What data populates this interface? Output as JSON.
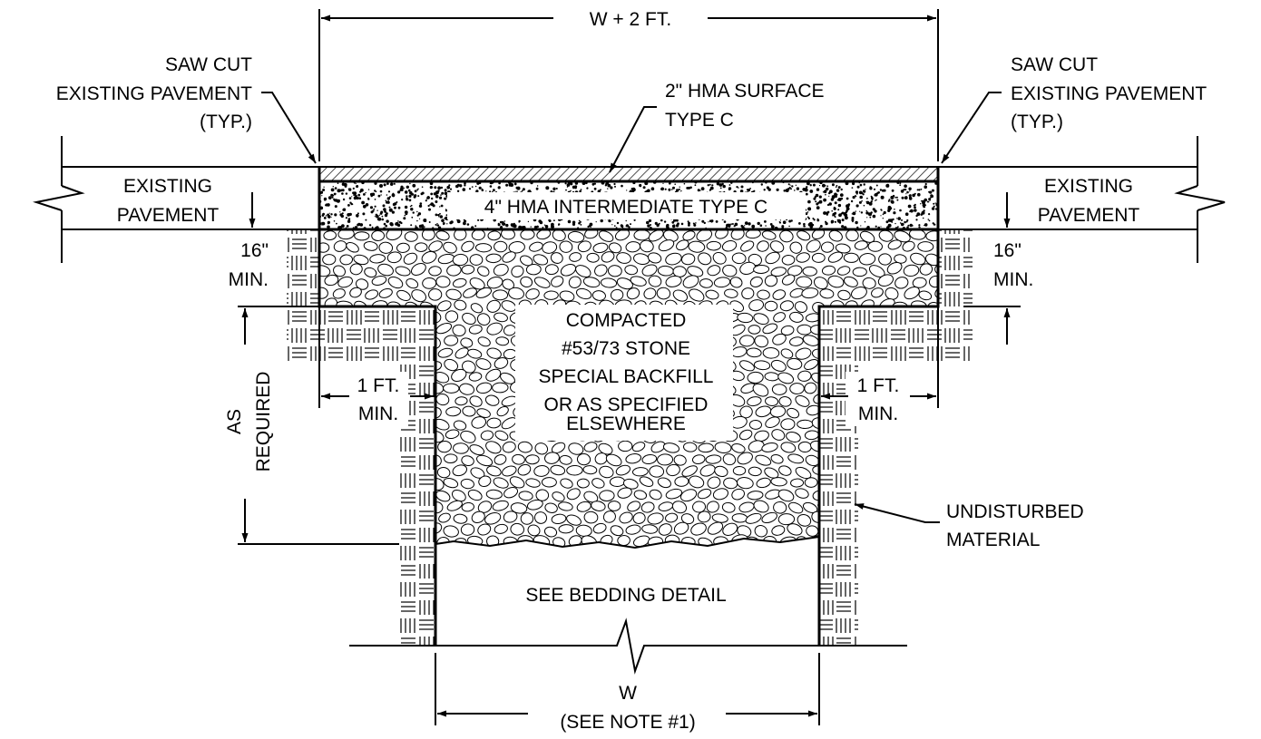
{
  "diagram": {
    "labels": {
      "overall_width": "W + 2 FT.",
      "saw_cut_left": [
        "SAW CUT",
        "EXISTING PAVEMENT",
        "(TYP.)"
      ],
      "saw_cut_right": [
        "SAW CUT",
        "EXISTING PAVEMENT",
        "(TYP.)"
      ],
      "surface": [
        "2\" HMA SURFACE",
        "TYPE C"
      ],
      "intermediate": "4\" HMA INTERMEDIATE TYPE C",
      "existing_left": [
        "EXISTING",
        "PAVEMENT"
      ],
      "existing_right": [
        "EXISTING",
        "PAVEMENT"
      ],
      "min16_left": [
        "16\"",
        "MIN."
      ],
      "min16_right": [
        "16\"",
        "MIN."
      ],
      "backfill": [
        "COMPACTED",
        "#53/73 STONE",
        "SPECIAL BACKFILL",
        "OR AS SPECIFIED",
        "ELSEWHERE"
      ],
      "min1_left": [
        "1 FT.",
        "MIN."
      ],
      "min1_right": [
        "1 FT.",
        "MIN."
      ],
      "as_required": [
        "AS",
        "REQUIRED"
      ],
      "undisturbed": [
        "UNDISTURBED",
        "MATERIAL"
      ],
      "bedding": "SEE BEDDING DETAIL",
      "trench_width": [
        "W",
        "(SEE NOTE #1)"
      ]
    }
  }
}
